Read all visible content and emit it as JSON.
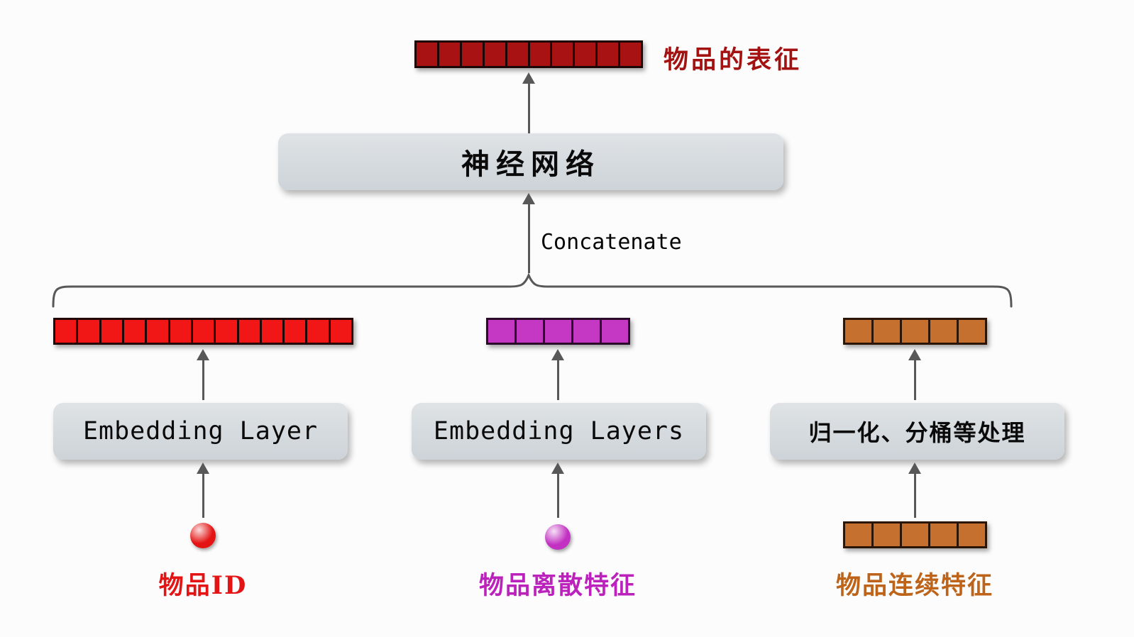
{
  "output": {
    "label": "物品的表征",
    "label_color": "#a31111",
    "bar": {
      "segments": 10,
      "fill": "#a81212",
      "border": "#1c0606"
    }
  },
  "concatenate_label": "Concatenate",
  "neural_network_label": "神经网络",
  "item_id": {
    "bar": {
      "segments": 13,
      "fill": "#f21717",
      "border": "#230606"
    },
    "box_label": "Embedding Layer",
    "input_label": "物品ID",
    "label_color": "#e41414",
    "sphere_color": "#e41414"
  },
  "discrete": {
    "bar": {
      "segments": 5,
      "fill": "#c438c4",
      "border": "#2a0b2a"
    },
    "box_label": "Embedding Layers",
    "input_label": "物品离散特征",
    "label_color": "#bb22bb",
    "sphere_color": "#c231c2"
  },
  "continuous": {
    "bar": {
      "segments": 5,
      "fill": "#c5702e",
      "border": "#2b1606"
    },
    "input_bar": {
      "segments": 5,
      "fill": "#c5702e",
      "border": "#2b1606"
    },
    "box_label": "归一化、分桶等处理",
    "input_label": "物品连续特征",
    "label_color": "#bd641a"
  },
  "arrow_color": "#585858"
}
